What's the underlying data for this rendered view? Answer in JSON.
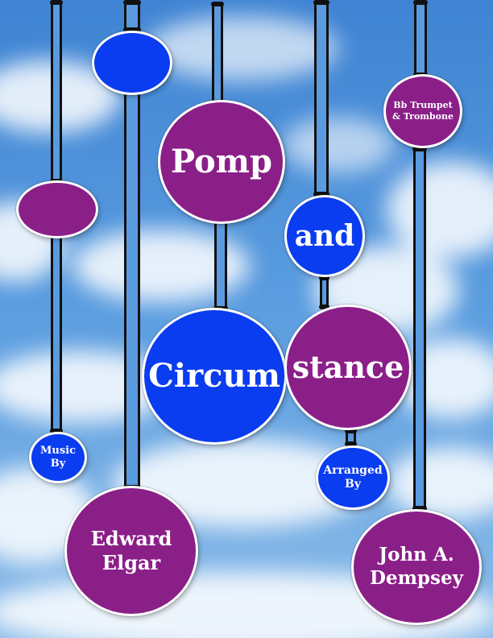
{
  "colors": {
    "purple": "#8b1f88",
    "blue": "#0a3cf0",
    "rod": "#5a9be0",
    "sky": "#4a8fd6"
  },
  "title": {
    "word1": "Pomp",
    "word2": "and",
    "word3": "Circum",
    "word4": "stance"
  },
  "instrumentation": "Bb Trumpet\n& Trombone",
  "music_by": {
    "label": "Music\nBy",
    "name": "Edward\nElgar"
  },
  "arranged_by": {
    "label": "Arranged\nBy",
    "name": "John A.\nDempsey"
  }
}
